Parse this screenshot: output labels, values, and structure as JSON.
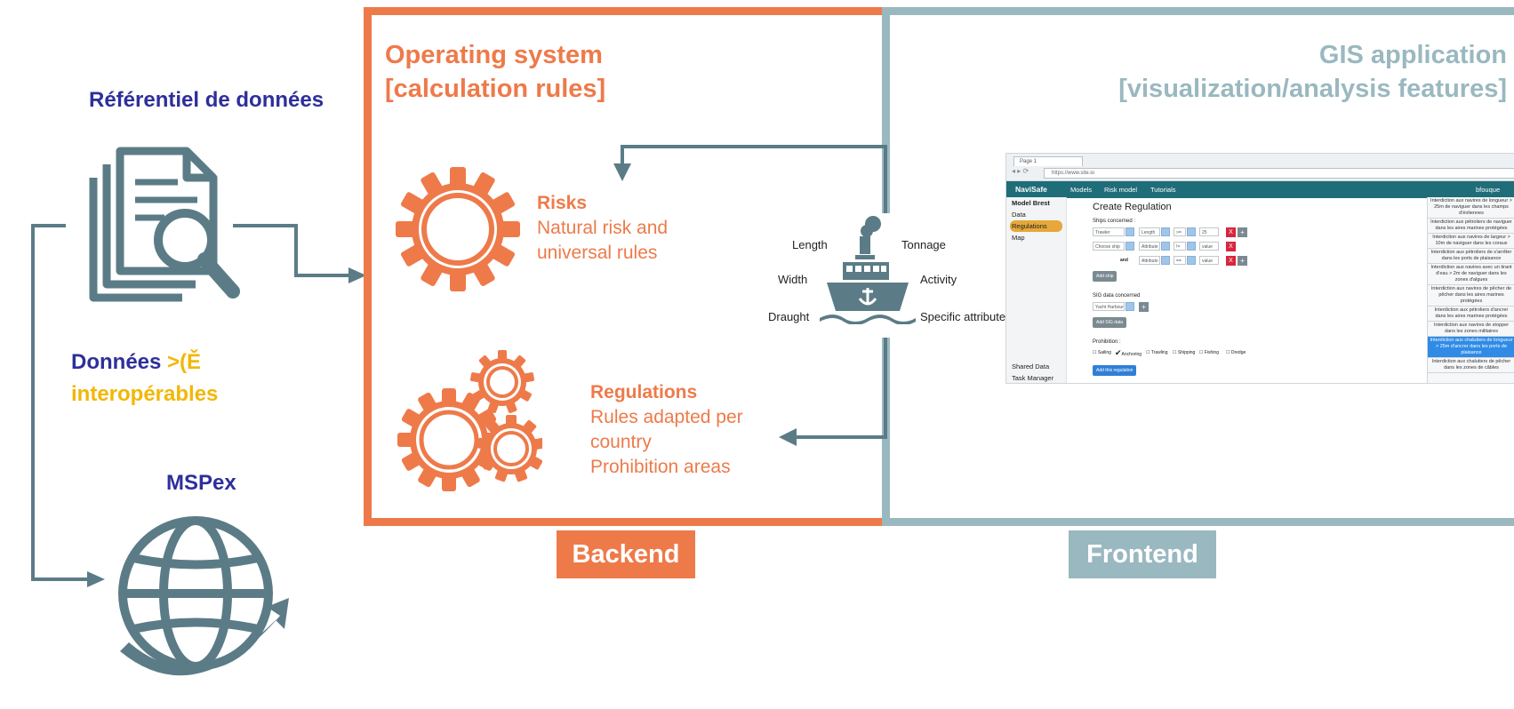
{
  "left": {
    "title": "Référentiel de données",
    "data_line1_main": "Données ",
    "data_line1_accent": ">(Ě",
    "data_line2": "interopérables",
    "mspex": "MSPex"
  },
  "backend": {
    "title_line1": "Operating system",
    "title_line2": "[calculation rules]",
    "risks_title": "Risks",
    "risks_line1": "Natural risk and",
    "risks_line2": "universal rules",
    "reg_title": "Regulations",
    "reg_line1": "Rules adapted per",
    "reg_line2": "country",
    "reg_line3": "Prohibition areas",
    "tag": "Backend"
  },
  "frontend": {
    "title_line1": "GIS application",
    "title_line2": "[visualization/analysis features]",
    "tag": "Frontend"
  },
  "ship_attributes": {
    "length": "Length",
    "tonnage": "Tonnage",
    "width": "Width",
    "activity": "Activity",
    "draught": "Draught",
    "specific": "Specific attributes"
  },
  "app": {
    "tab": "Page 1",
    "url": "https://www.site.io",
    "brand": "NaviSafe",
    "nav_models": "Models",
    "nav_risk": "Risk model",
    "nav_tutorials": "Tutorials",
    "user": "bfouque",
    "side_title": "Model Brest",
    "side_data": "Data",
    "side_regulations": "Regulations",
    "side_map": "Map",
    "side_shared": "Shared Data",
    "side_task": "Task Manager",
    "heading": "Create Regulation",
    "ships_label": "Ships concerned :",
    "row1": [
      "Trawler",
      "Length",
      ">=",
      "25"
    ],
    "row2": [
      "Choose ship",
      "Attribute",
      "!=",
      "value"
    ],
    "row3_and": "and",
    "row3": [
      "Attribute",
      "==",
      "value"
    ],
    "add_ship": "Add ship",
    "sig_label": "SIG data concerned",
    "sig_value": "Yacht Harbour",
    "add_sig": "Add SIG data",
    "prohibition_label": "Prohibition :",
    "prohibitions": [
      "Sailing",
      "Anchoring",
      "Trawling",
      "Shipping",
      "Fishing",
      "Dredge"
    ],
    "add_reg": "Add this regulation",
    "rules": [
      "Interdiction aux navires de longueur > 25m de naviguer dans les champs d'éoliennes",
      "Interdiction aux pétroliers de naviguer dans les aires marines protégées",
      "Interdiction aux navires de largeur > 10m de naviguer dans les coraux",
      "Interdiction aux pétroliers de s'arrêter dans les ports de plaisance",
      "Interdiction aux navires avec un tirant d'eau > 2m de naviguer dans les zones d'algues",
      "Interdiction aux navires de pêcher de pêcher dans les aires marines protégées",
      "Interdiction aux pétroliers d'ancrer dans les aires marines protégées",
      "Interdiction aux navires de stopper dans les zones militaires",
      "Interdiction aux chalutiers de longueur > 25m d'ancrer dans les ports de plaisance",
      "Interdiction aux chalutiers de pêcher dans les zones de câbles"
    ]
  },
  "colors": {
    "orange": "#ee7a4a",
    "teal_frame": "#9ab8c0",
    "arrow": "#5b7c86",
    "navy": "#2e2f9a",
    "yellow": "#f2b705"
  }
}
